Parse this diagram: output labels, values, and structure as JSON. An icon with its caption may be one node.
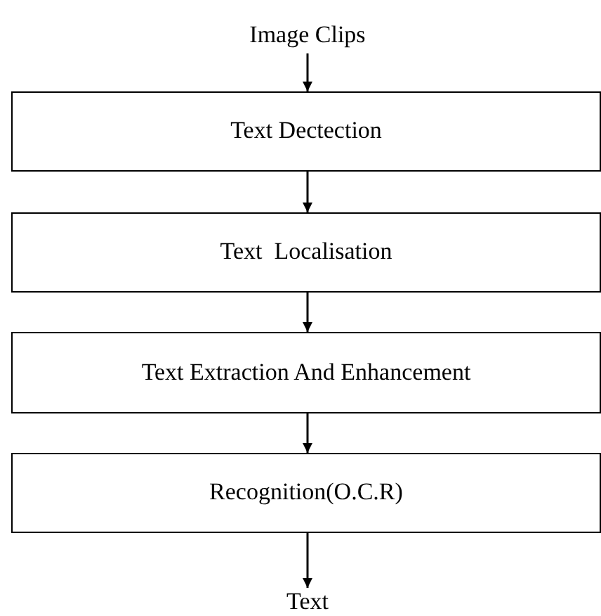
{
  "diagram": {
    "nodes": [
      {
        "text": [
          "Image Clips"
        ]
      },
      {
        "text": [
          "Text Dectection"
        ]
      },
      {
        "text": [
          "Text  Localisation"
        ]
      },
      {
        "text": [
          "Text Extraction And Enhancement"
        ]
      },
      {
        "text": [
          "Recognition(O.C.R)"
        ]
      },
      {
        "text": [
          "Text"
        ]
      }
    ],
    "edges": [
      {
        "from": 0,
        "to": 1,
        "arrow": "to"
      },
      {
        "from": 1,
        "to": 2,
        "arrow": "to"
      },
      {
        "from": 2,
        "to": 3,
        "arrow": "to"
      },
      {
        "from": 3,
        "to": 4,
        "arrow": "to"
      },
      {
        "from": 4,
        "to": 5,
        "arrow": "to"
      }
    ]
  }
}
